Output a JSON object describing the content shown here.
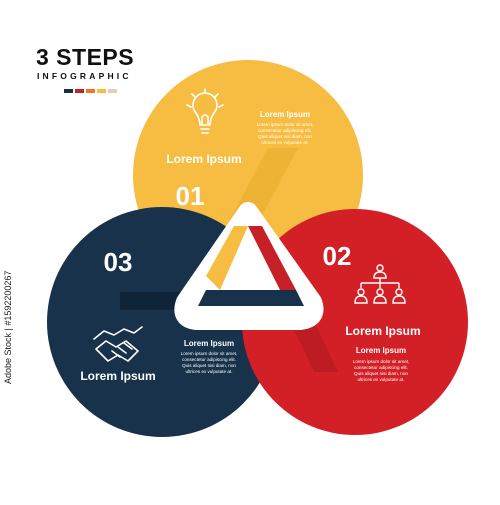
{
  "header": {
    "title": "3 STEPS",
    "subtitle": "INFOGRAPHIC",
    "swatches": [
      "#1a2e44",
      "#c62127",
      "#e9792a",
      "#f6bd42",
      "#e7ccb3"
    ]
  },
  "colors": {
    "step1": "#f6bd42",
    "step2": "#d32027",
    "step3": "#17324a",
    "center_red": "#c62127",
    "center_yellow": "#f6bd42",
    "center_navy": "#17324a"
  },
  "steps": [
    {
      "number": "01",
      "label": "Lorem Ipsum",
      "text_title": "Lorem Ipsum",
      "text_lines": [
        "Lorem ipsum dolor sit amet,",
        "consectetur adipiscing elit.",
        "Quis aliquet nisi diam, non",
        "ultrices ex vulputate at."
      ],
      "icon": "lightbulb-icon"
    },
    {
      "number": "02",
      "label": "Lorem Ipsum",
      "text_title": "Lorem Ipsum",
      "text_lines": [
        "Lorem ipsum dolor sit amet,",
        "consectetur adipiscing elit.",
        "Quis aliquet nisi diam, non",
        "ultrices ex vulputate at."
      ],
      "icon": "team-hierarchy-icon"
    },
    {
      "number": "03",
      "label": "Lorem Ipsum",
      "text_title": "Lorem Ipsum",
      "text_lines": [
        "Lorem ipsum dolor sit amet,",
        "consectetur adipiscing elit.",
        "Quis aliquet nisi diam, non",
        "ultrices ex vulputate at."
      ],
      "icon": "handshake-icon"
    }
  ],
  "side_text": "Adobe Stock | #1592200267"
}
